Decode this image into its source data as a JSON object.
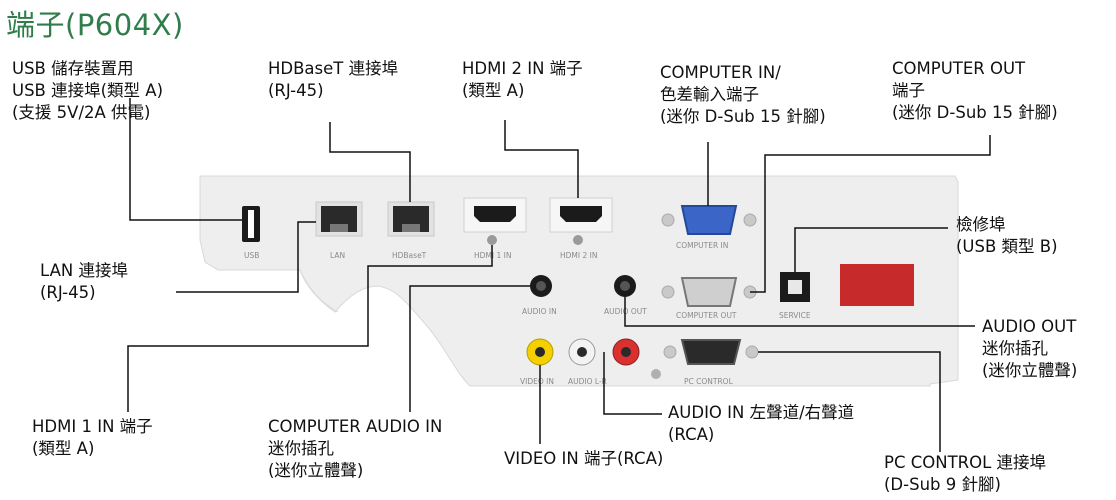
{
  "title": "端子(P604X)",
  "labels": {
    "usb_storage": [
      "USB 儲存裝置用",
      "USB 連接埠(類型 A)",
      "(支援 5V/2A 供電)"
    ],
    "hdbaset": [
      "HDBaseT 連接埠",
      "(RJ-45)"
    ],
    "hdmi2": [
      "HDMI 2 IN 端子",
      "(類型 A)"
    ],
    "computer_in": [
      "COMPUTER IN/",
      "色差輸入端子",
      "(迷你 D-Sub 15 針腳)"
    ],
    "computer_out": [
      "COMPUTER OUT",
      "端子",
      "(迷你 D-Sub 15 針腳)"
    ],
    "service": [
      "檢修埠",
      "(USB 類型 B)"
    ],
    "lan": [
      "LAN 連接埠",
      "(RJ-45)"
    ],
    "audio_out": [
      "AUDIO OUT",
      "迷你插孔",
      "(迷你立體聲)"
    ],
    "hdmi1": [
      "HDMI 1 IN 端子",
      "(類型 A)"
    ],
    "computer_audio_in": [
      "COMPUTER AUDIO IN",
      "迷你插孔",
      "(迷你立體聲)"
    ],
    "video_in": [
      "VIDEO IN 端子(RCA)"
    ],
    "audio_lr": [
      "AUDIO IN 左聲道/右聲道",
      "(RCA)"
    ],
    "pc_control": [
      "PC CONTROL 連接埠",
      "(D-Sub 9 針腳)"
    ]
  },
  "panel_labels": {
    "usb": "USB",
    "lan": "LAN",
    "hdbaset": "HDBaseT",
    "hdmi1": "HDMI 1 IN",
    "hdmi2": "HDMI 2 IN",
    "computer_in": "COMPUTER IN",
    "computer_out": "COMPUTER OUT",
    "service": "SERVICE",
    "audio_in": "AUDIO IN",
    "audio_out": "AUDIO OUT",
    "video_in": "VIDEO IN",
    "audio_lr": "AUDIO L-R",
    "pc_control": "PC CONTROL"
  },
  "colors": {
    "title": "#2f7d4a",
    "panel": "#eeeeee",
    "vga_blue": "#3b66c8",
    "rca_yellow": "#f4d000",
    "rca_red": "#d93030",
    "ir_window": "#c72a2a"
  }
}
